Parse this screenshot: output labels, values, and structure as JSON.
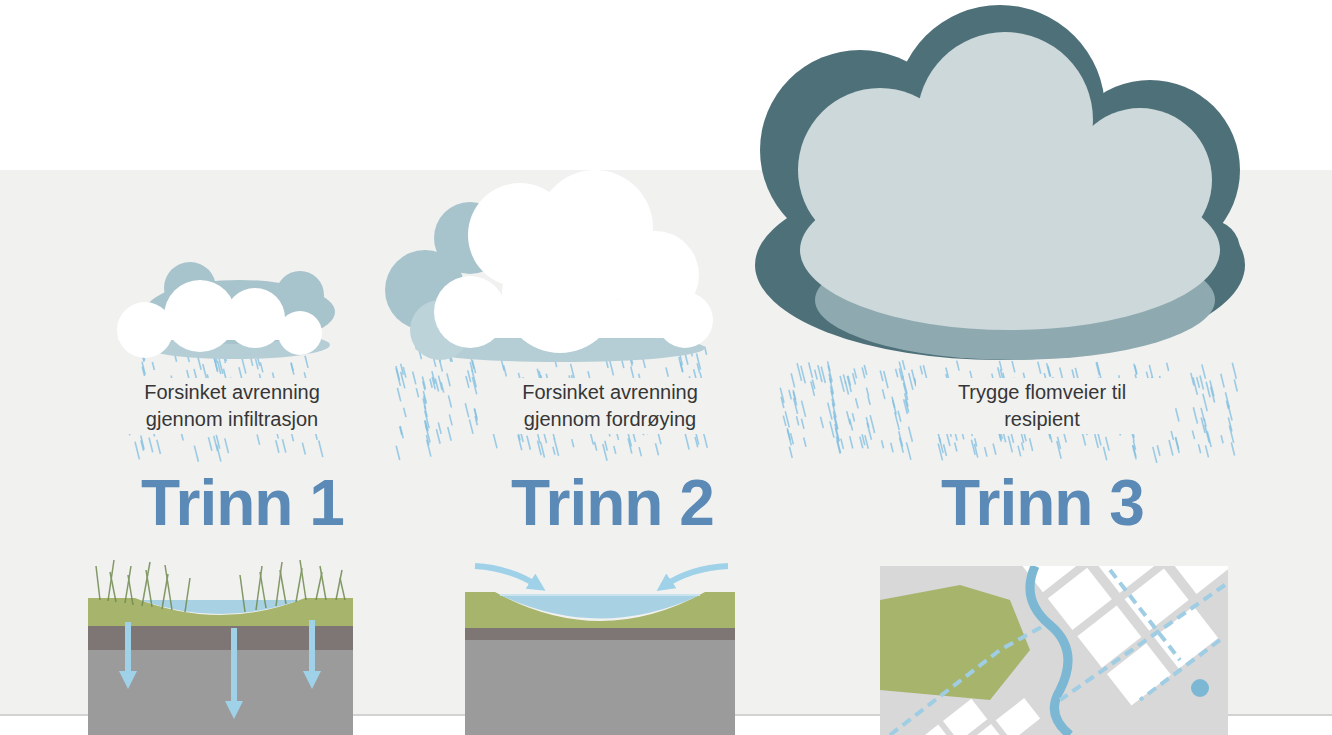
{
  "diagram": {
    "labels": [
      "Forsinket avrenning gjennom infiltrasjon",
      "Trinn 1",
      "Forsinket avrenning gjennom fordrøying",
      "Trinn 2",
      "Trygge flomveier til resipient",
      "Trinn 3"
    ]
  }
}
